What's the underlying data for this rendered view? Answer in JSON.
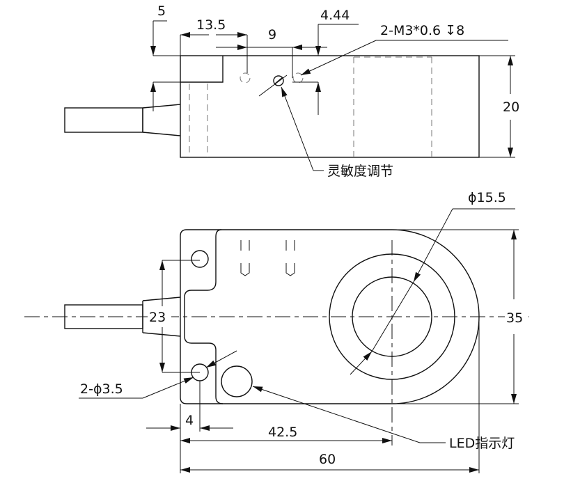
{
  "top_view": {
    "dim_5": "5",
    "dim_13_5": "13.5",
    "dim_9": "9",
    "dim_4_44": "4.44",
    "thread_note": "2-M3*0.6 ↧8",
    "dim_20": "20",
    "sensitivity_label": "灵敏度调节"
  },
  "front_view": {
    "dim_phi_15_5": "ϕ15.5",
    "dim_23": "23",
    "dim_35": "35",
    "hole_note": "2-ϕ3.5",
    "dim_4": "4",
    "dim_42_5": "42.5",
    "dim_60": "60",
    "led_label": "LED指示灯"
  }
}
